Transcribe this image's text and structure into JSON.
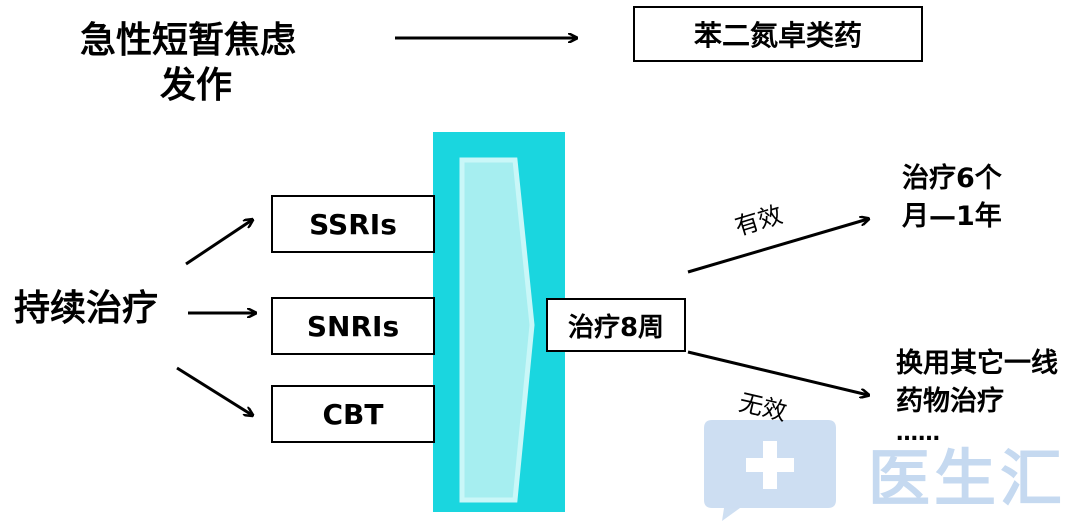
{
  "acute": {
    "label_line1": "急性短暂焦虑",
    "label_line2": "发作",
    "treatment": "苯二氮卓类药"
  },
  "sustained": {
    "label": "持续治疗",
    "options": [
      "SSRIs",
      "SNRIs",
      "CBT"
    ]
  },
  "week8": {
    "label": "治疗8周"
  },
  "outcomes": {
    "effective": {
      "edge_label": "有效",
      "line1": "治疗6个",
      "line2": "月—1年"
    },
    "ineffective": {
      "edge_label": "无效",
      "line1": "换用其它一线",
      "line2": "药物治疗",
      "line3": "……"
    }
  },
  "watermark": {
    "text": "医生汇"
  },
  "colors": {
    "cyan_panel": "#1ad6df",
    "chevron_fill": "#a6eef0",
    "watermark": "#c5d9f0"
  }
}
